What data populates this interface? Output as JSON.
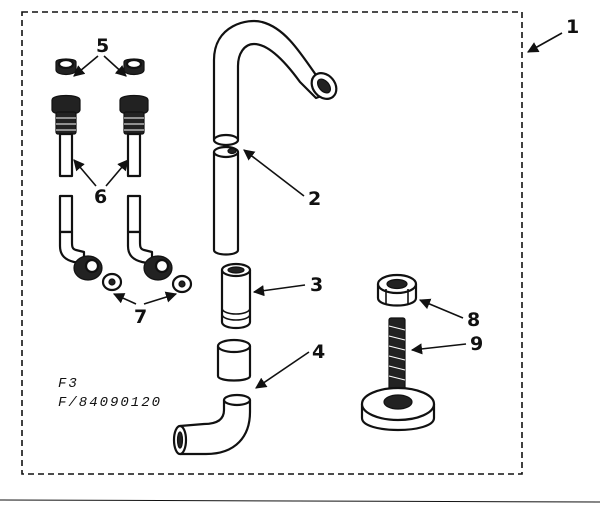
{
  "figure": {
    "code_line1": "F3",
    "code_line2": "F/84090120"
  },
  "callouts": {
    "kit": "1",
    "spout": "2",
    "coupling": "3",
    "elbow": "4",
    "nut": "5",
    "tube": "6",
    "washer": "7",
    "cap": "8",
    "bolt": "9"
  }
}
